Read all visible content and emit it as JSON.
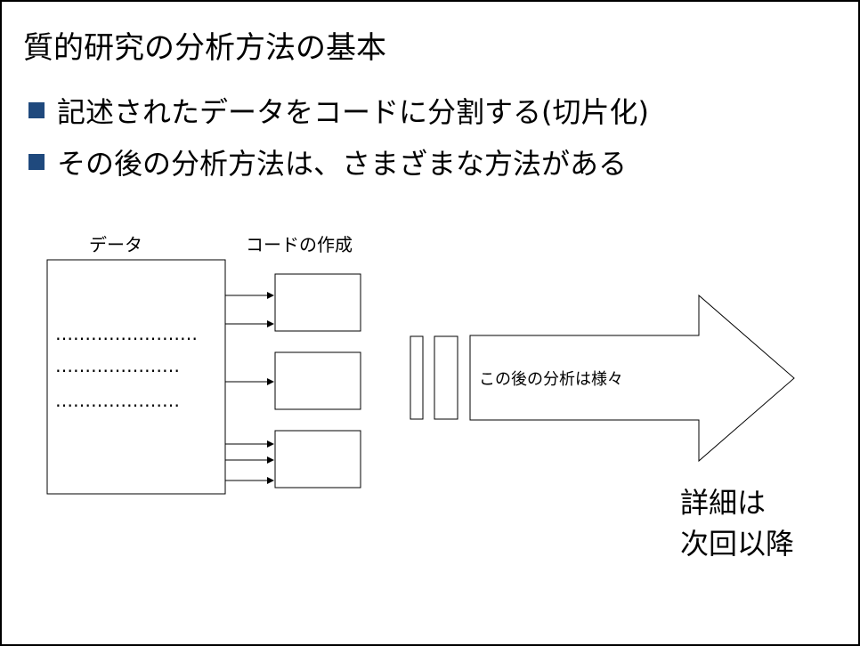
{
  "title": "質的研究の分析方法の基本",
  "bullets": [
    "記述されたデータをコードに分割する(切片化)",
    "その後の分析方法は、さまざまな方法がある"
  ],
  "diagram": {
    "data_label": "データ",
    "code_label": "コードの作成",
    "dotted_lines": [
      "……………………",
      "…………………",
      "…………………"
    ],
    "arrow_text": "この後の分析は様々"
  },
  "note": [
    "詳細は",
    "次回以降"
  ],
  "colors": {
    "bullet": "#1f497d"
  }
}
